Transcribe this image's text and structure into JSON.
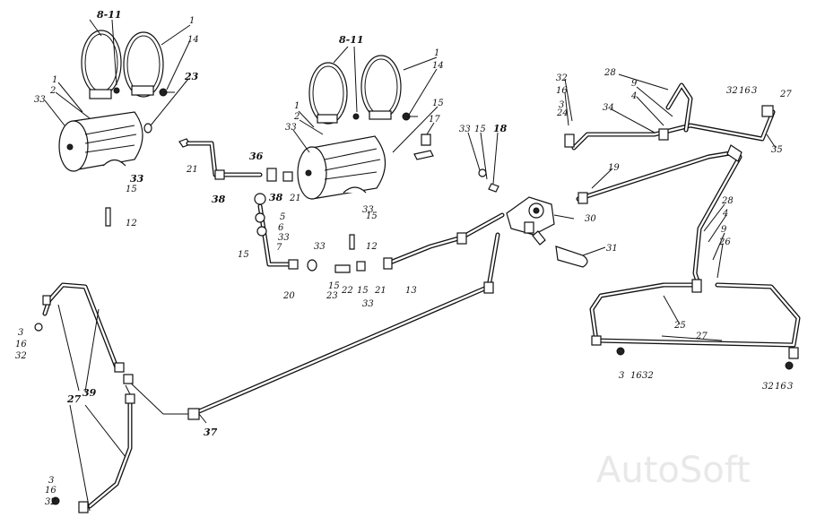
{
  "watermark": "AutoSoft",
  "labels": {
    "l_8_11_a": "8-11",
    "l_1_a": "1",
    "l_14_a": "14",
    "l_23": "23",
    "l_1_b": "1",
    "l_2_a": "2",
    "l_33_a": "33",
    "l_33_b": "33",
    "l_15_a": "15",
    "l_12_a": "12",
    "l_21_a": "21",
    "l_36": "36",
    "l_38_a": "38",
    "l_38_b": "38",
    "l_21_b": "21",
    "l_8_11_b": "8-11",
    "l_1_c": "1",
    "l_14_b": "14",
    "l_1_d": "1",
    "l_2_b": "2",
    "l_33_c": "33",
    "l_15_b": "15",
    "l_17": "17",
    "l_33_d": "33",
    "l_15_c": "15",
    "l_18": "18",
    "l_33_e": "33",
    "l_15_d": "15",
    "l_12_b": "12",
    "l_5": "5",
    "l_6": "6",
    "l_33_f": "33",
    "l_7": "7",
    "l_15_e": "15",
    "l_33_g": "33",
    "l_20": "20",
    "l_15_f": "15",
    "l_23_b": "23",
    "l_22": "22",
    "l_15_g": "15",
    "l_21_c": "21",
    "l_33_h": "33",
    "l_13": "13",
    "l_19": "19",
    "l_30": "30",
    "l_31": "31",
    "l_32_a": "32",
    "l_16_a": "16",
    "l_3_a": "3",
    "l_24": "24",
    "l_28_a": "28",
    "l_9_a": "9",
    "l_4_a": "4",
    "l_34": "34",
    "l_32_b": "32",
    "l_16_b": "16",
    "l_3_b": "3",
    "l_27_a": "27",
    "l_35": "35",
    "l_28_b": "28",
    "l_4_b": "4",
    "l_9_b": "9",
    "l_26": "26",
    "l_25": "25",
    "l_27_b": "27",
    "l_3_c": "3",
    "l_16_c": "16",
    "l_32_c": "32",
    "l_32_d": "32",
    "l_16_d": "16",
    "l_3_d": "3",
    "l_3_e": "3",
    "l_16_e": "16",
    "l_32_e": "32",
    "l_27_c": "27",
    "l_39": "39",
    "l_37": "37",
    "l_3_f": "3",
    "l_16_f": "16",
    "l_32_f": "32"
  }
}
